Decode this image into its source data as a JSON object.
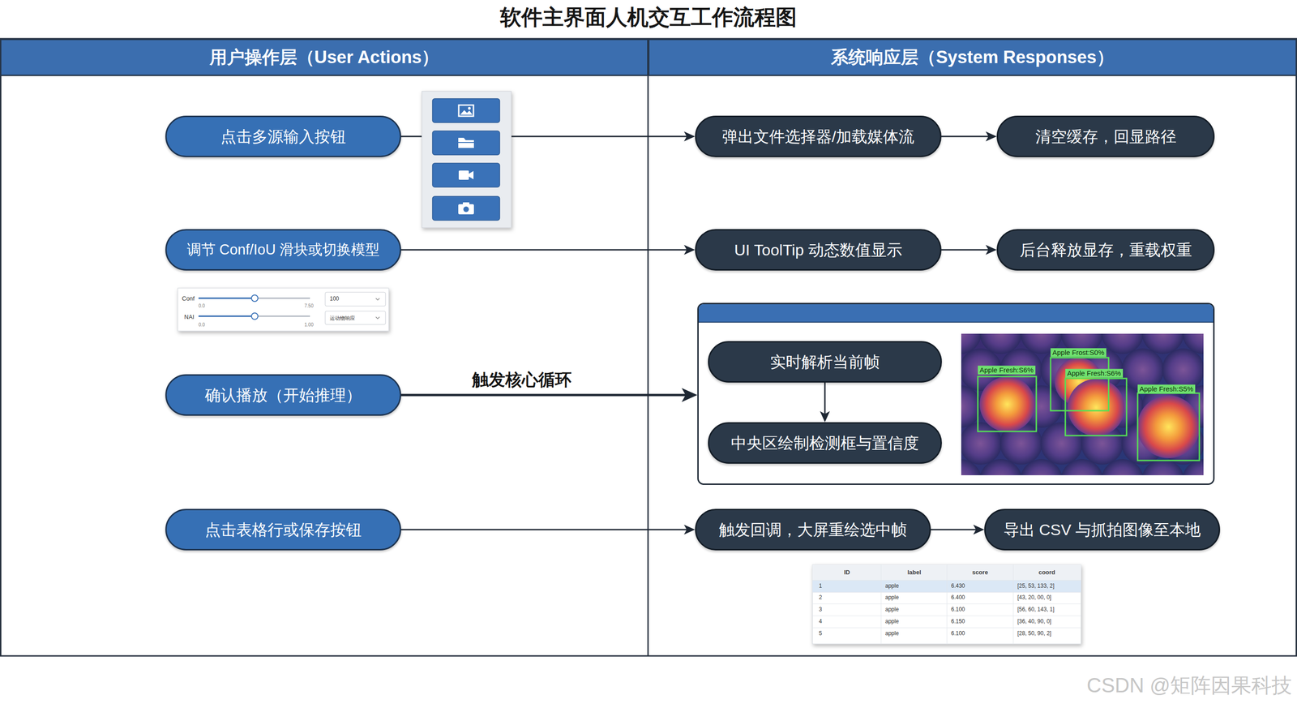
{
  "diagram": {
    "title": "软件主界面人机交互工作流程图",
    "nodes": [
      {
        "text": [
          "用户操作层（User Actions）"
        ]
      },
      {
        "text": [
          "系统响应层（System Responses）"
        ]
      },
      {
        "text": [
          "点击多源输入按钮"
        ]
      },
      {
        "text": [
          "弹出文件选择器/加载媒体流"
        ]
      },
      {
        "text": [
          "清空缓存，回显路径"
        ]
      },
      {
        "text": [
          "调节 Conf/IoU 滑块或切换模型"
        ]
      },
      {
        "text": [
          "UI ToolTip 动态数值显示"
        ]
      },
      {
        "text": [
          "后台释放显存，重载权重"
        ]
      },
      {
        "text": [
          "确认播放（开始推理）"
        ]
      },
      {
        "text": []
      },
      {
        "text": [
          "实时解析当前帧"
        ],
        "in": 9
      },
      {
        "text": [
          "中央区绘制检测框与置信度"
        ],
        "in": 9
      },
      {
        "text": [
          "点击表格行或保存按钮"
        ]
      },
      {
        "text": [
          "触发回调，大屏重绘选中帧"
        ]
      },
      {
        "text": [
          "导出 CSV 与抓拍图像至本地"
        ]
      }
    ],
    "edges": [
      {
        "from": 2,
        "to": 3,
        "arrow": "to"
      },
      {
        "from": 3,
        "to": 4,
        "arrow": "to"
      },
      {
        "from": 5,
        "to": 6,
        "arrow": "to"
      },
      {
        "from": 6,
        "to": 7,
        "arrow": "to"
      },
      {
        "from": 8,
        "to": 9,
        "label": "触发核心循环",
        "arrow": "to"
      },
      {
        "from": 10,
        "to": 11,
        "arrow": "to"
      },
      {
        "from": 12,
        "to": 13,
        "arrow": "to"
      },
      {
        "from": 13,
        "to": 14,
        "arrow": "to"
      }
    ],
    "labels": [
      "Conf",
      "0.0",
      "7.50",
      "NAI",
      "0.0",
      "1.00",
      "100",
      "运动物响应",
      "Apple Frost:S0%",
      "Apple Fresh:S6%",
      "Apple Fresh:S6%",
      "Apple Fresh:S5%",
      "ID",
      "label",
      "score",
      "coord",
      "1",
      "apple",
      "6.430",
      "[25, 53, 133, 2]",
      "2",
      "apple",
      "6.400",
      "[43, 20, 00, 0]",
      "3",
      "apple",
      "6.100",
      "[56, 60, 143, 1]",
      "4",
      "apple",
      "6.150",
      "[36, 40, 90, 0]",
      "5",
      "apple",
      "6.100",
      "[28, 50, 90, 2]",
      "CSDN @矩阵因果科技"
    ]
  }
}
